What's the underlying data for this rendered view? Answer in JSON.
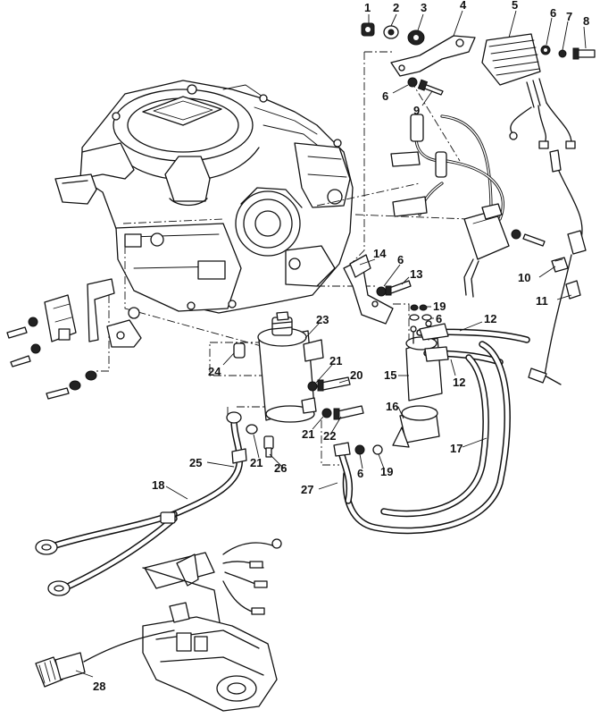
{
  "callouts": {
    "c1": "1",
    "c2": "2",
    "c3": "3",
    "c4": "4",
    "c5": "5",
    "c6a": "6",
    "c7": "7",
    "c8": "8",
    "c6b": "6",
    "c9": "9",
    "c14": "14",
    "c6c": "6",
    "c13": "13",
    "c10": "10",
    "c11": "11",
    "c19a": "19",
    "c6d": "6",
    "c12a": "12",
    "c12b": "12",
    "c23": "23",
    "c15": "15",
    "c16": "16",
    "c24": "24",
    "c21a": "21",
    "c20": "20",
    "c21b": "21",
    "c22": "22",
    "c17": "17",
    "c21c": "21",
    "c26": "26",
    "c6e": "6",
    "c19b": "19",
    "c25": "25",
    "c27": "27",
    "c18": "18",
    "c28": "28"
  }
}
